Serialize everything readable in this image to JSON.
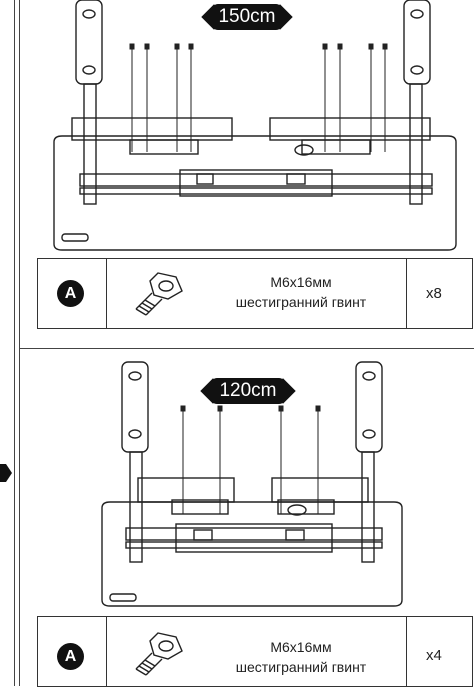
{
  "sections": [
    {
      "width_label": "150cm",
      "part": {
        "letter": "A",
        "name_line1": "M6x16мм",
        "name_line2": "шестигранний гвинт",
        "quantity": "x8"
      }
    },
    {
      "width_label": "120cm",
      "part": {
        "letter": "A",
        "name_line1": "M6x16мм",
        "name_line2": "шестигранний гвинт",
        "quantity": "x4"
      }
    }
  ],
  "colors": {
    "ink": "#111111",
    "line": "#333333",
    "paper": "#ffffff"
  },
  "icons": {
    "screw": "hex-screw-icon",
    "step": "step-arrow-icon"
  }
}
